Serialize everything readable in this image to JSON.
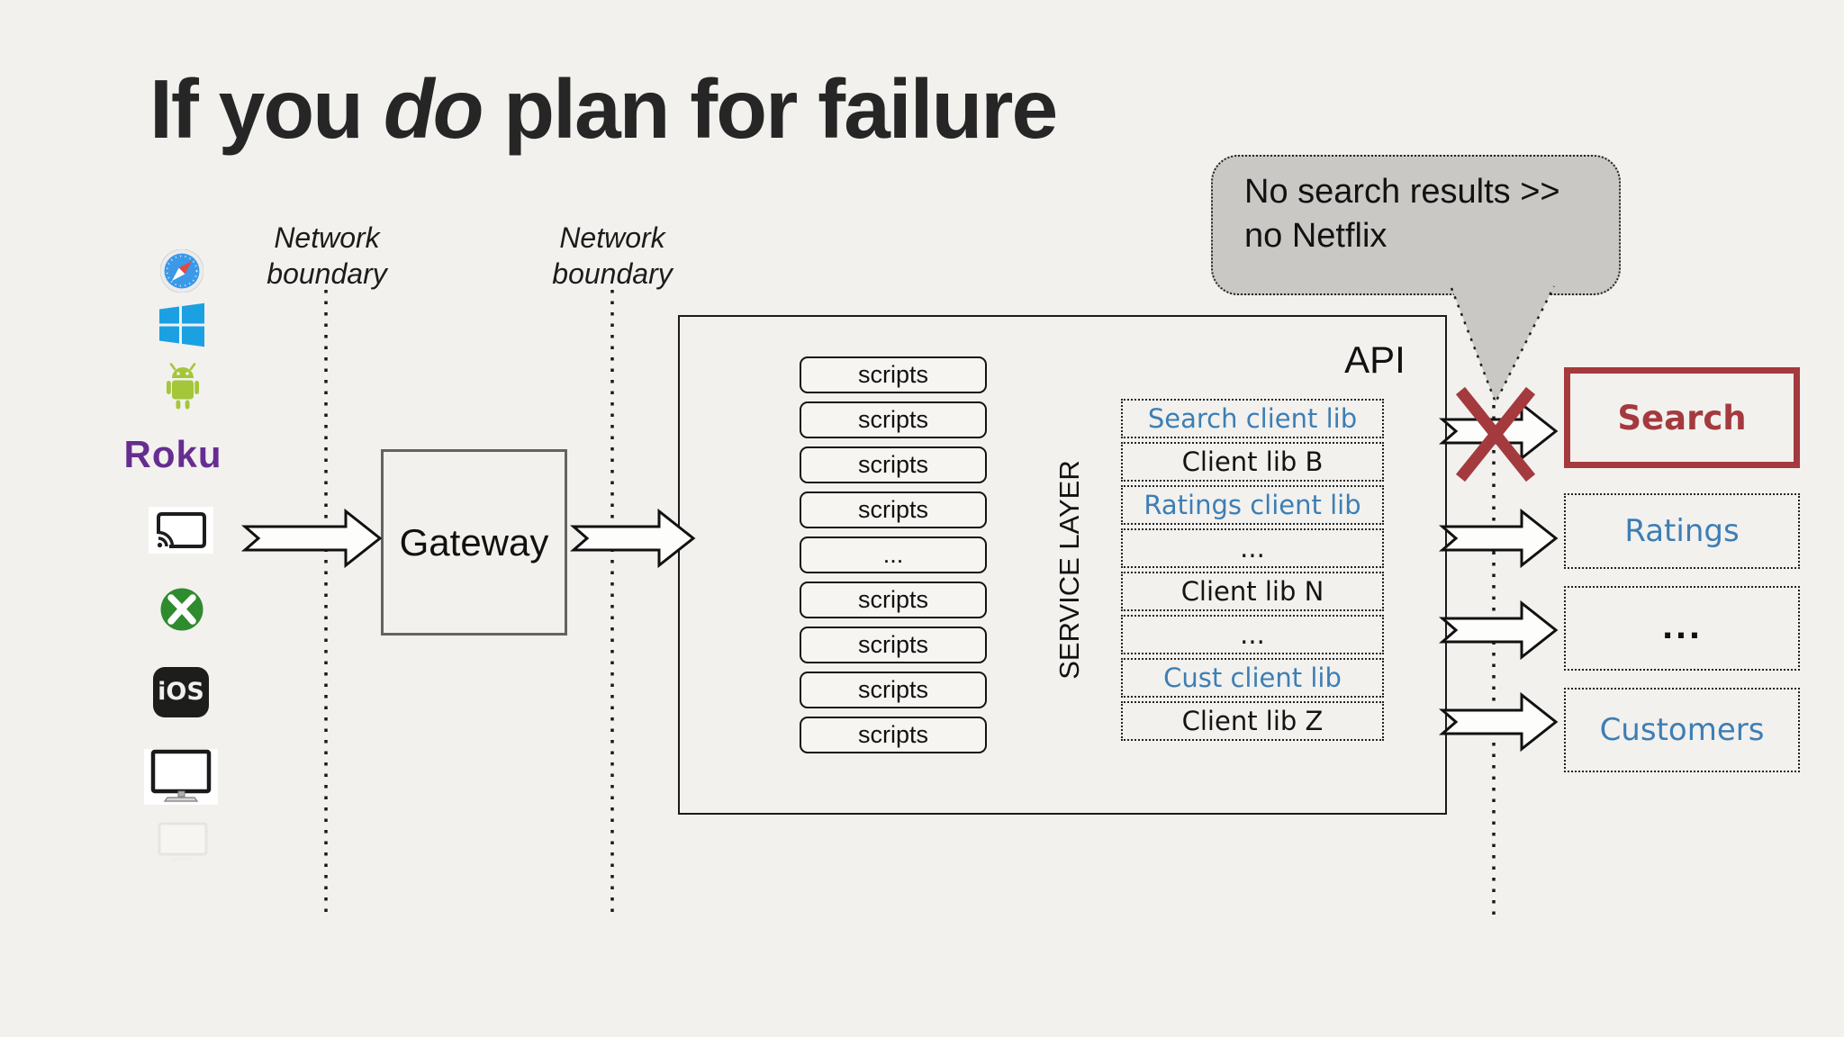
{
  "title": {
    "pre": "If you ",
    "emphasis": "do",
    "post": " plan for failure"
  },
  "boundaries": [
    "Network\nboundary",
    "Network\nboundary"
  ],
  "devices": {
    "roku_label": "Roku",
    "ios_label": "iOS"
  },
  "gateway": {
    "label": "Gateway"
  },
  "api_box": {
    "label": "API",
    "service_layer_label": "SERVICE LAYER",
    "scripts": [
      "scripts",
      "scripts",
      "scripts",
      "scripts",
      "...",
      "scripts",
      "scripts",
      "scripts",
      "scripts"
    ],
    "client_libs": [
      {
        "label": "Search client lib",
        "highlight": true
      },
      {
        "label": "Client lib B",
        "highlight": false
      },
      {
        "label": "Ratings client lib",
        "highlight": true
      },
      {
        "label": "...",
        "highlight": false
      },
      {
        "label": "Client lib N",
        "highlight": false
      },
      {
        "label": "...",
        "highlight": false
      },
      {
        "label": "Cust client lib",
        "highlight": true
      },
      {
        "label": "Client lib Z",
        "highlight": false
      }
    ]
  },
  "callout": {
    "text": "No search results >>\nno Netflix"
  },
  "services": {
    "search": "Search",
    "ratings": "Ratings",
    "dots": "...",
    "customers": "Customers"
  },
  "colors": {
    "background": "#f2f1ee",
    "accent_red": "#a43a3e",
    "link_blue": "#3d7eb4",
    "bubble_gray": "#c9c8c5",
    "roku_purple": "#662d91",
    "windows_blue": "#1ba1e2",
    "android_green": "#a4c639",
    "xbox_green": "#2e8b2e"
  }
}
